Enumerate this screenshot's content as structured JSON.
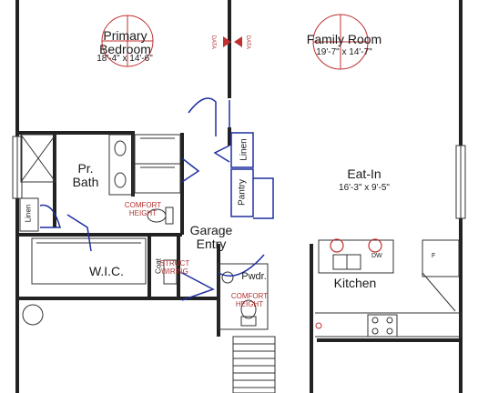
{
  "rooms": {
    "primary_bedroom": {
      "name_line1": "Primary",
      "name_line2": "Bedroom",
      "dims": "18'-4\" x 14'-6\""
    },
    "family_room": {
      "name": "Family Room",
      "dims": "19'-7\" x 14'-7\""
    },
    "pr_bath": {
      "name_line1": "Pr.",
      "name_line2": "Bath"
    },
    "eat_in": {
      "name": "Eat-In",
      "dims": "16'-3\" x 9'-5\""
    },
    "garage_entry": {
      "name_line1": "Garage",
      "name_line2": "Entry"
    },
    "wic": {
      "name": "W.I.C."
    },
    "kitchen": {
      "name": "Kitchen"
    },
    "pwdr": {
      "name": "Pwdr."
    }
  },
  "labels": {
    "linen_upper": "Linen",
    "linen_left": "Linen",
    "pantry": "Pantry",
    "coat": "Coat",
    "data_left": "DATA",
    "data_right": "DATA",
    "comfort_height_bath_1": "COMFORT",
    "comfort_height_bath_2": "HEIGHT",
    "comfort_height_pwdr_1": "COMFORT",
    "comfort_height_pwdr_2": "HEIGHT",
    "struct_wiring_1": "STRUCT",
    "struct_wiring_2": "WIRING",
    "dw": "DW",
    "fridge": "F"
  },
  "colors": {
    "wall": "#222222",
    "door_swing": "#1f2fa0",
    "annotation": "#b23030"
  }
}
